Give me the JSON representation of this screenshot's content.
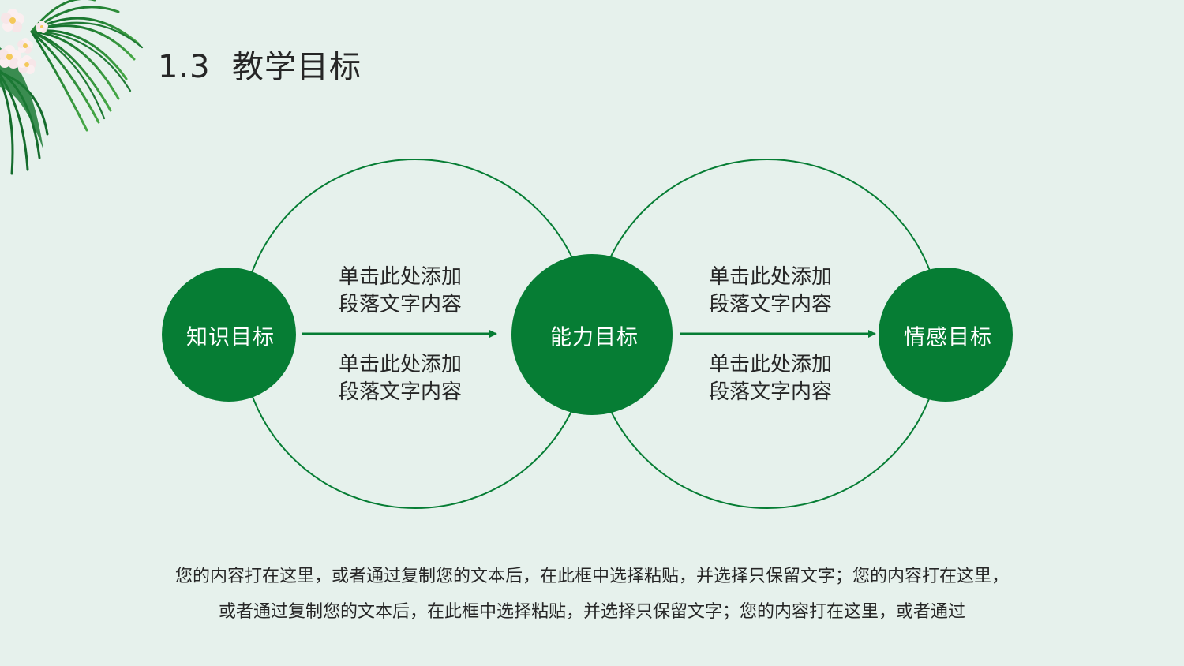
{
  "slide": {
    "title": "1.3  教学目标",
    "colors": {
      "background": "#e6f1ec",
      "accent": "#067d34",
      "text": "#262626",
      "node_text": "#ffffff"
    },
    "nodes": [
      {
        "label": "知识目标"
      },
      {
        "label": "能力目标"
      },
      {
        "label": "情感目标"
      }
    ],
    "edges": [
      {
        "from": "知识目标",
        "to": "能力目标",
        "top_text": {
          "line1": "单击此处添加",
          "line2": "段落文字内容"
        },
        "bottom_text": {
          "line1": "单击此处添加",
          "line2": "段落文字内容"
        }
      },
      {
        "from": "能力目标",
        "to": "情感目标",
        "top_text": {
          "line1": "单击此处添加",
          "line2": "段落文字内容"
        },
        "bottom_text": {
          "line1": "单击此处添加",
          "line2": "段落文字内容"
        }
      }
    ],
    "body": {
      "line1": "您的内容打在这里，或者通过复制您的文本后，在此框中选择粘贴，并选择只保留文字；您的内容打在这里，",
      "line2": "或者通过复制您的文本后，在此框中选择粘贴，并选择只保留文字；您的内容打在这里，或者通过"
    },
    "decoration": {
      "icon": "palm-leaves-flowers-icon"
    }
  }
}
